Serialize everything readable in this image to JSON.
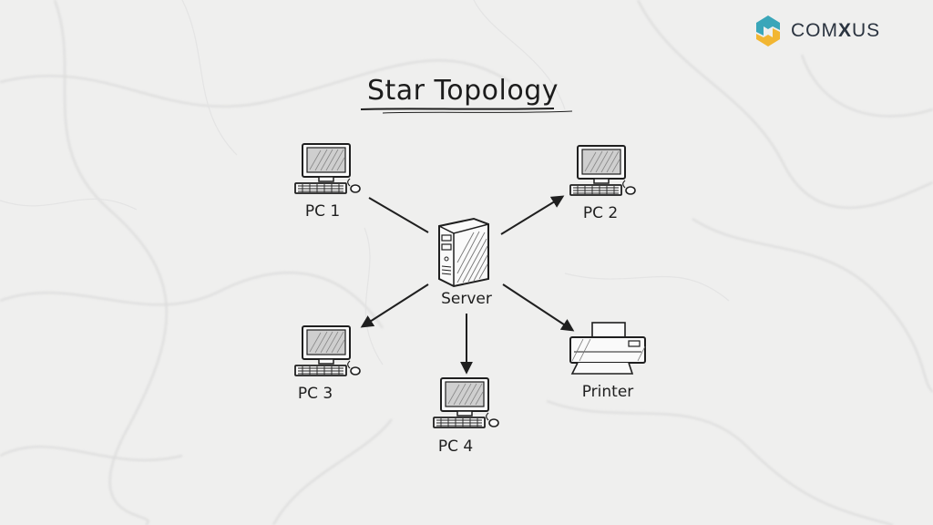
{
  "brand": {
    "name_prefix": "COM",
    "name_mid": "X",
    "name_suffix": "US",
    "colors": {
      "teal": "#3aa6b9",
      "yellow": "#f2b632",
      "text": "#2b3440"
    }
  },
  "diagram": {
    "title": "Star Topology",
    "hub": {
      "id": "server",
      "label": "Server",
      "icon": "server-tower-icon"
    },
    "nodes": [
      {
        "id": "pc1",
        "label": "PC 1",
        "icon": "computer-icon",
        "arrow_to_node": false
      },
      {
        "id": "pc2",
        "label": "PC 2",
        "icon": "computer-icon",
        "arrow_to_node": true
      },
      {
        "id": "pc3",
        "label": "PC 3",
        "icon": "computer-icon",
        "arrow_to_node": true
      },
      {
        "id": "pc4",
        "label": "PC 4",
        "icon": "computer-icon",
        "arrow_to_node": true
      },
      {
        "id": "printer",
        "label": "Printer",
        "icon": "printer-icon",
        "arrow_to_node": true
      }
    ]
  }
}
